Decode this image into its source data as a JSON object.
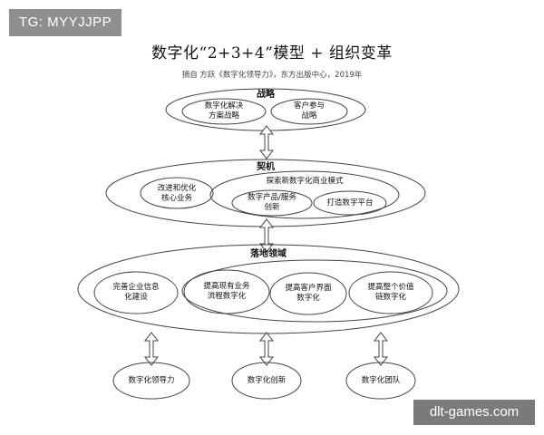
{
  "watermark_tag": "TG: MYYJJPP",
  "watermark_site": "dlt-games.com",
  "title": "数字化“2+3+4”模型 + 组织变革",
  "subtitle": "摘自 方跃《数字化领导力》，东方出版中心，2019年",
  "strategy": {
    "heading": "战略",
    "items": [
      "数字化解决\n方案战略",
      "客户参与\n战略"
    ]
  },
  "opportunity": {
    "heading": "契机",
    "left_item": "改进和优化\n核心业务",
    "group_label": "探索新数字化商业模式",
    "group_items": [
      "数字产品/服务\n创新",
      "打造数字平台"
    ]
  },
  "landing": {
    "heading": "落地领域",
    "left_item": "完善企业信息\n化建设",
    "group_items": [
      "提高现有业务\n流程数字化",
      "提高客户界面\n数字化",
      "提高整个价值\n链数字化"
    ]
  },
  "outcomes": [
    "数字化领导力",
    "数字化创新",
    "数字化团队"
  ]
}
